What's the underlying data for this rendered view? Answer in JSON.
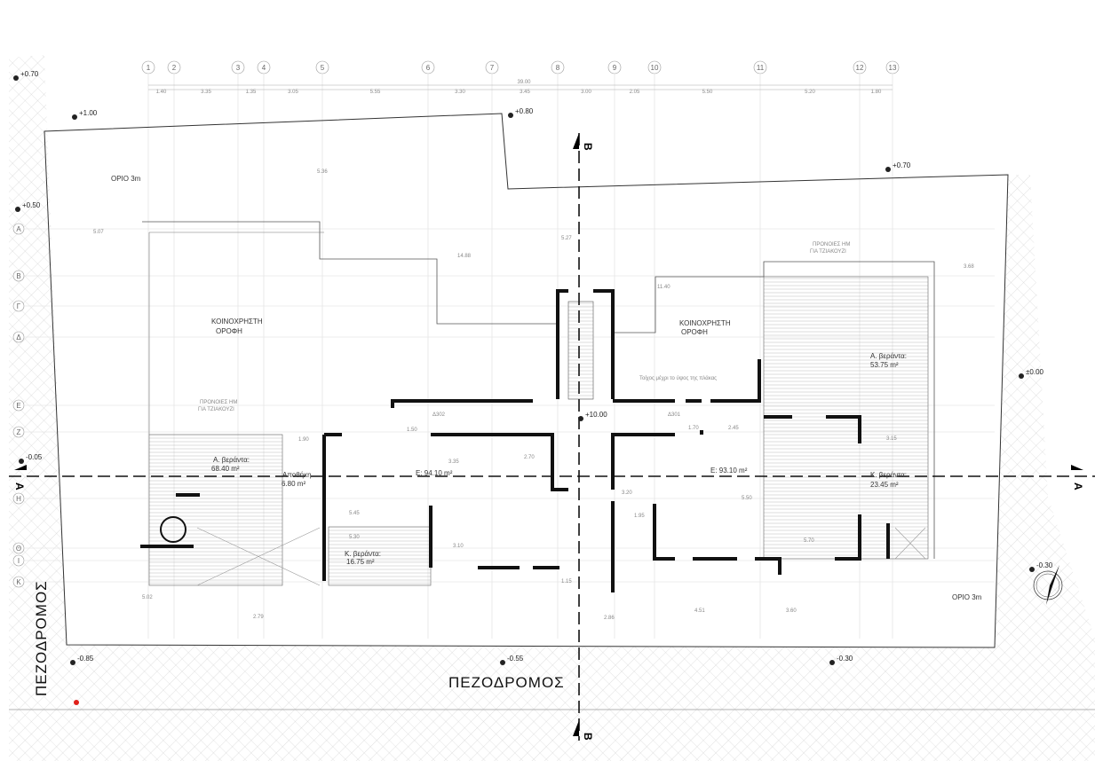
{
  "column_axes": [
    {
      "label": "1",
      "dim": "1.40"
    },
    {
      "label": "2",
      "dim": "3.35"
    },
    {
      "label": "3",
      "dim": "1.35"
    },
    {
      "label": "4",
      "dim": "3.05"
    },
    {
      "label": "5",
      "dim": "5.55"
    },
    {
      "label": "6",
      "dim": "3.30"
    },
    {
      "label": "7",
      "dim": "3.45"
    },
    {
      "label": "8",
      "dim": "3.00"
    },
    {
      "label": "9",
      "dim": "2.05"
    },
    {
      "label": "10",
      "dim": "5.50"
    },
    {
      "label": "11",
      "dim": "5.20"
    },
    {
      "label": "12",
      "dim": "1.80"
    },
    {
      "label": "13",
      "dim": ""
    }
  ],
  "total_dimension": "39.00",
  "row_axes": [
    "A",
    "B",
    "Γ",
    "Δ",
    "E",
    "Z",
    "H",
    "Θ",
    "I",
    "K"
  ],
  "levels": [
    "+0.70",
    "+1.00",
    "+0.80",
    "+0.70",
    "+0.50",
    "-0.05",
    "±0.00",
    "-0.30",
    "-0.85",
    "-0.55",
    "-0.30",
    "+10.00"
  ],
  "streets": {
    "bottom": "ΠΕΖΟΔΡΟΜΟΣ",
    "left": "ΠΕΖΟΔΡΟΜΟΣ"
  },
  "boundary_labels": [
    "ΟΡΙΟ 3m",
    "ΟΡΙΟ 3m"
  ],
  "section_marks": {
    "a": "A",
    "b": "B"
  },
  "rooms": {
    "shared_roof_left": [
      "ΚΟΙΝΟΧΡΗΣΤΗ",
      "ΟΡΟΦΗ"
    ],
    "shared_roof_right": [
      "ΚΟΙΝΟΧΡΗΣΤΗ",
      "ΟΡΟΦΗ"
    ],
    "solar_left": [
      "ΠΡΟΝΟΙΕΣ ΗΜ",
      "ΓΙΑ ΤΖΙΑΚΟΥΖΙ"
    ],
    "solar_right": [
      "ΠΡΟΝΟΙΕΣ ΗΜ",
      "ΓΙΑ ΤΖΙΑΚΟΥΖΙ"
    ],
    "veranda_a_left": [
      "Α. βεράντα:",
      "68.40 m²"
    ],
    "storage": [
      "Αποθήκη",
      "6.80 m²"
    ],
    "unit_302": "Ε: 94.10 m²",
    "veranda_k_left": [
      "Κ. βεράντα:",
      "16.75 m²"
    ],
    "veranda_a_right": [
      "Α. βεράντα:",
      "53.75 m²"
    ],
    "unit_301": "Ε: 93.10 m²",
    "veranda_k_right": [
      "Κ. βεράντα:",
      "23.45 m²"
    ],
    "wall_note": "Τοίχος μέχρι το ύψος της πλάκας",
    "door_302": "Δ302",
    "door_301": "Δ301"
  },
  "inner_dims": [
    "5.07",
    "5.36",
    "14.88",
    "5.27",
    "11.40",
    "3.68",
    "1.90",
    "1.50",
    "3.35",
    "2.70",
    "5.45",
    "5.30",
    "3.10",
    "1.70",
    "2.45",
    "3.20",
    "5.70",
    "3.15",
    "1.95",
    "5.50",
    "2.79",
    "2.86",
    "4.51",
    "3.60",
    "5.02",
    "1.15"
  ],
  "colors": {
    "wall": "#111111",
    "grid": "#cccccc",
    "hatch": "#bbbbbb",
    "marker": "#e0201a"
  }
}
